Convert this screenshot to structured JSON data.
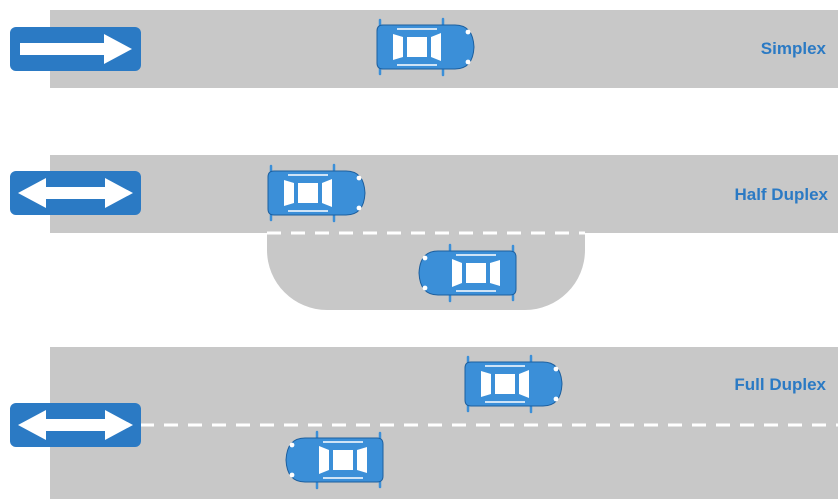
{
  "colors": {
    "road": "#c8c8c8",
    "accent": "#2b7ac4",
    "car_body": "#3b8fd8",
    "car_outline": "#1d5f9e",
    "glass": "#ffffff",
    "lane_marking": "#ffffff"
  },
  "labels": {
    "simplex": "Simplex",
    "half_duplex": "Half Duplex",
    "full_duplex": "Full Duplex"
  },
  "icons": {
    "simplex": "one-way-arrow-icon",
    "half_duplex": "two-way-arrow-icon",
    "full_duplex": "two-way-arrow-icon",
    "vehicle": "car-icon"
  }
}
